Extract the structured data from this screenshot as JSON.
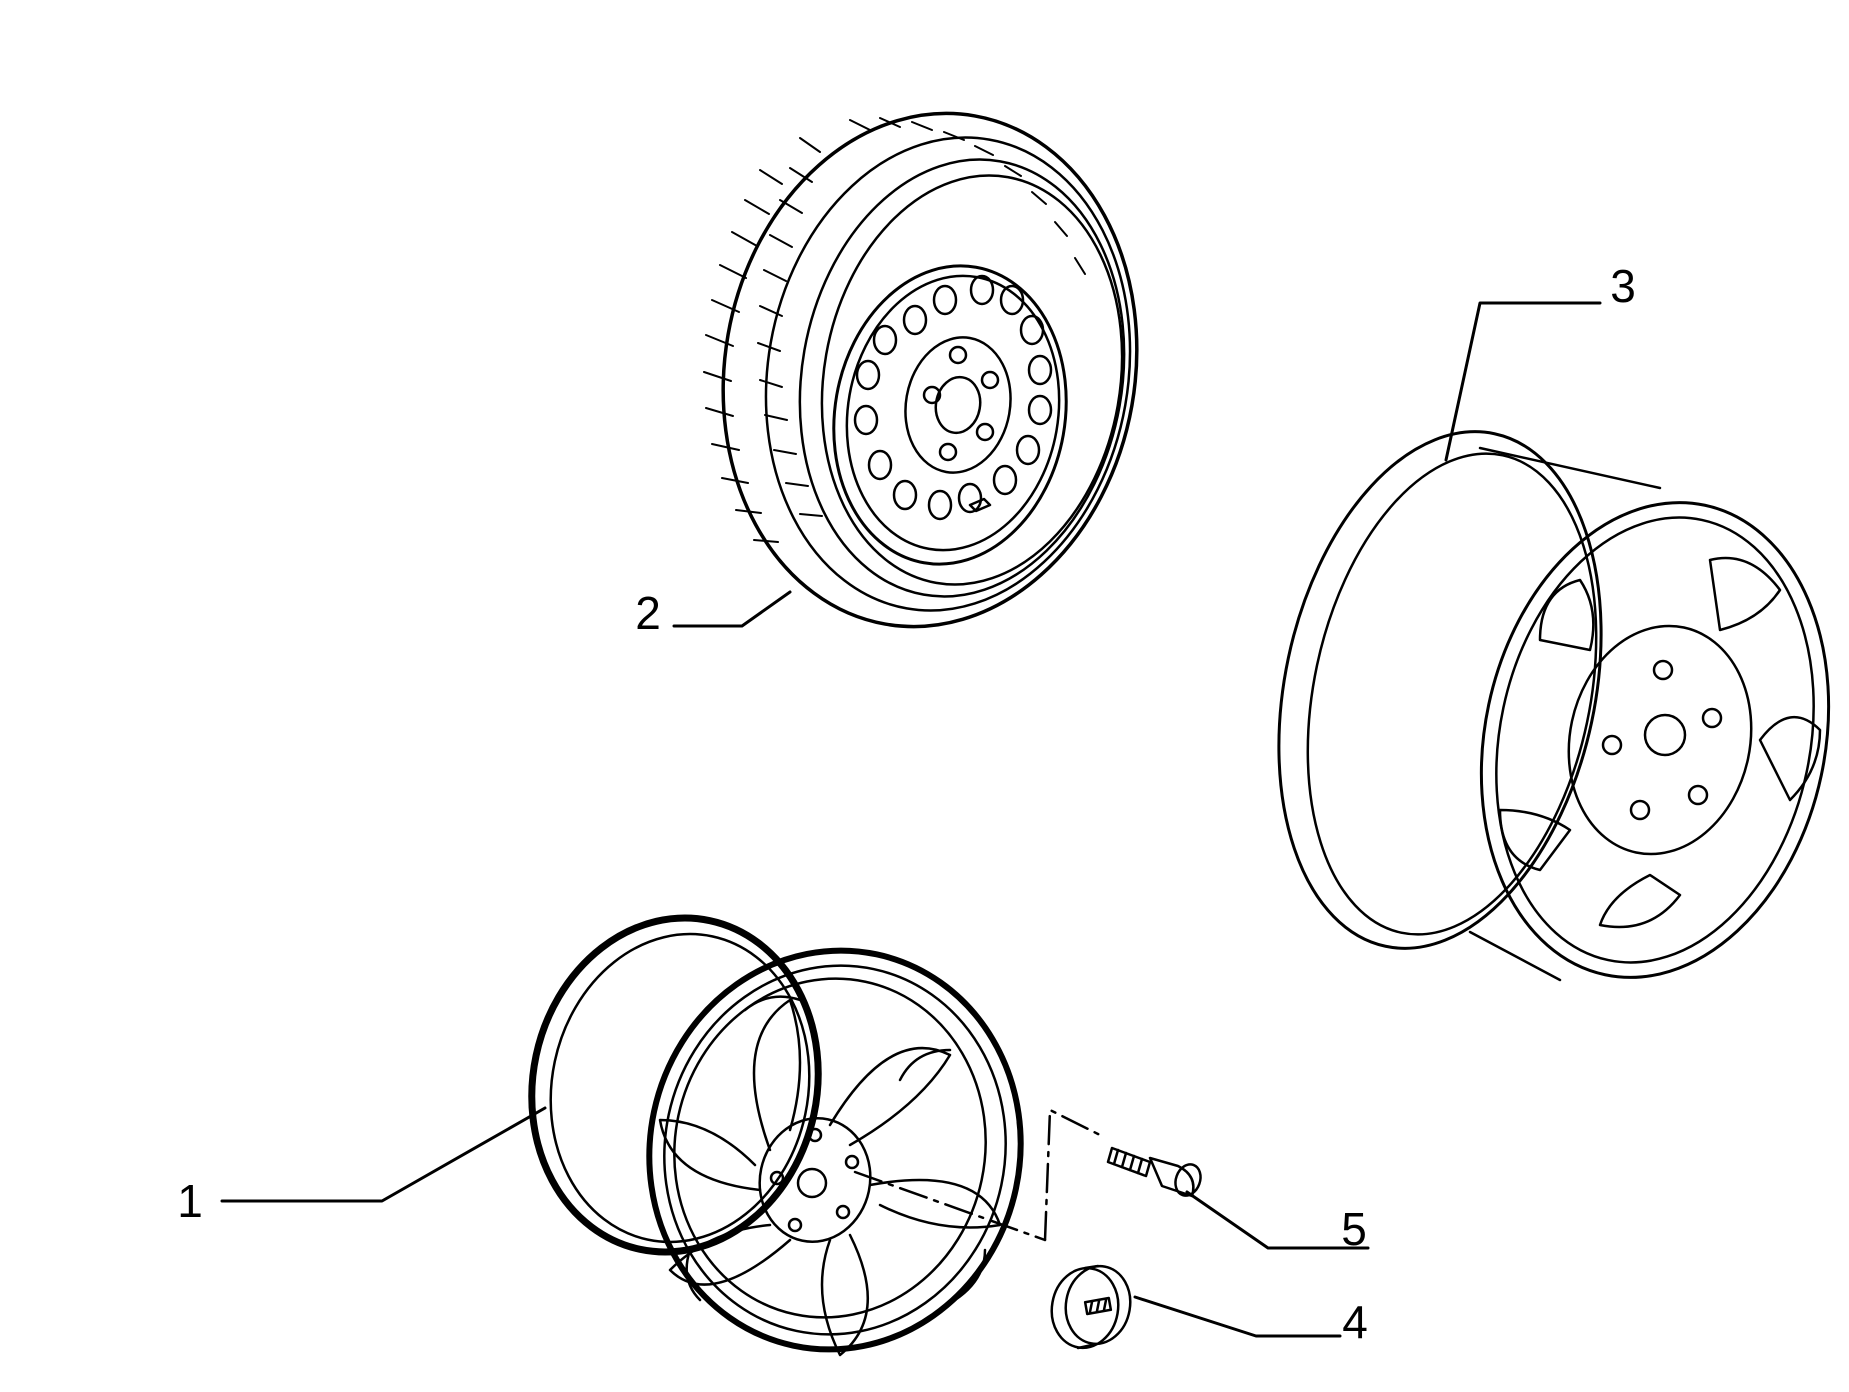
{
  "diagram": {
    "callouts": [
      {
        "id": "part-1",
        "label": "1"
      },
      {
        "id": "part-2",
        "label": "2"
      },
      {
        "id": "part-3",
        "label": "3"
      },
      {
        "id": "part-4",
        "label": "4"
      },
      {
        "id": "part-5",
        "label": "5"
      }
    ],
    "colors": {
      "line": "#000000",
      "background": "#ffffff"
    }
  }
}
